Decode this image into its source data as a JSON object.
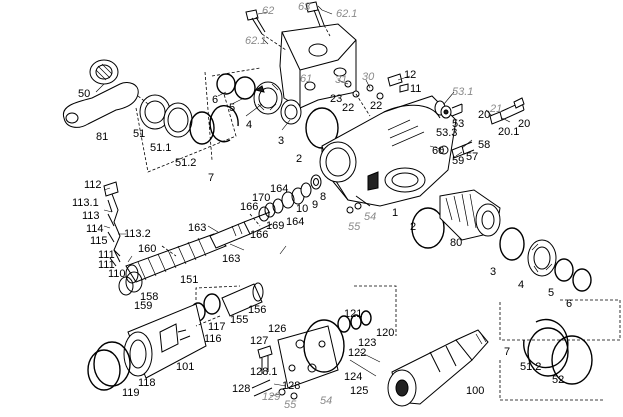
{
  "callouts": {
    "c62": "62",
    "c63": "63",
    "c62_1a": "62.1",
    "c62_1b": "62.1",
    "c61": "61",
    "c50": "50",
    "c81": "81",
    "c51a": "51",
    "c51_1": "51.1",
    "c51_2a": "51.2",
    "c7a": "7",
    "c6a": "6",
    "c5a": "5",
    "c4a": "4",
    "c3a": "3",
    "c2a": "2",
    "c31": "31",
    "c30": "30",
    "c12": "12",
    "c11": "11",
    "c23": "23",
    "c22a": "22",
    "c22b": "22",
    "c53_1": "53.1",
    "c21": "21",
    "c20a": "20",
    "c20b": "20",
    "c20_1": "20.1",
    "c53_3": "53.3",
    "c53": "53",
    "c60": "60",
    "c59": "59",
    "c57": "57",
    "c58": "58",
    "c112": "112",
    "c113_1": "113.1",
    "c113": "113",
    "c114": "114",
    "c113_2": "113.2",
    "c115": "115",
    "c160": "160",
    "c111a": "111",
    "c111b": "111",
    "c110": "110",
    "c158": "158",
    "c159": "159",
    "c151": "151",
    "c163a": "163",
    "c163b": "163",
    "c170": "170",
    "c164a": "164",
    "c166a": "166",
    "c169": "169",
    "c164b": "164",
    "c166b": "166",
    "c10": "10",
    "c9": "9",
    "c8": "8",
    "c55a": "55",
    "c54a": "54",
    "c1": "1",
    "c2b": "2",
    "c80": "80",
    "c3b": "3",
    "c4b": "4",
    "c5b": "5",
    "c6b": "6",
    "c156": "156",
    "c155": "155",
    "c117": "117",
    "c116": "116",
    "c101": "101",
    "c118": "118",
    "c119": "119",
    "c126": "126",
    "c127": "127",
    "c121": "121",
    "c123": "123",
    "c120": "120",
    "c122": "122",
    "c124": "124",
    "c125": "125",
    "c128_1": "128.1",
    "c128a": "128",
    "c128b": "128",
    "c129": "129",
    "c55b": "55",
    "c54b": "54",
    "c100": "100",
    "c7b": "7",
    "c51_2b": "51.2",
    "c52": "52"
  }
}
